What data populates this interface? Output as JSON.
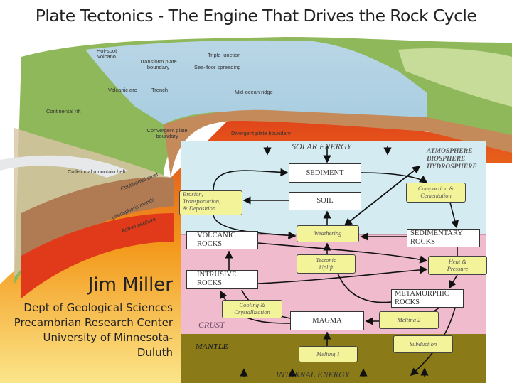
{
  "slide": {
    "title": "Plate Tectonics - The Engine That Drives the Rock Cycle",
    "author": {
      "name": "Jim Miller",
      "lines": [
        "Dept of Geological Sciences",
        "Precambrian Research Center",
        "University of Minnesota-",
        "Duluth"
      ]
    }
  },
  "illustration": {
    "labels": {
      "hotspot": "Hot-spot volcano",
      "transform": "Transform plate boundary",
      "triple": "Triple junction",
      "seafloor": "Sea-floor spreading",
      "arc": "Volcanic arc",
      "trench": "Trench",
      "ridge": "Mid-ocean ridge",
      "rift": "Continental rift",
      "convergent": "Convergent plate boundary",
      "divergent": "Divergent plate boundary",
      "collisional": "Collisional mountain belt",
      "crust": "Continental crust",
      "litho": "Lithospheric mantle",
      "astheno": "Asthenosphere"
    }
  },
  "rock_cycle": {
    "zones": {
      "solar": "SOLAR ENERGY",
      "atmosphere": [
        "ATMOSPHERE",
        "BIOSPHERE",
        "HYDROSPHERE"
      ],
      "crust": "CRUST",
      "mantle": "MANTLE",
      "internal": "INTERNAL ENERGY"
    },
    "boxes": {
      "sediment": "SEDIMENT",
      "soil": "SOIL",
      "volcanic": [
        "VOLCANIC",
        "ROCKS"
      ],
      "sedimentary": [
        "SEDIMENTARY",
        "ROCKS"
      ],
      "intrusive": [
        "INTRUSIVE",
        "ROCKS"
      ],
      "metamorphic": [
        "METAMORPHIC",
        "ROCKS"
      ],
      "magma": "MAGMA"
    },
    "processes": {
      "erosion": [
        "Erosion,",
        "Transportation,",
        "& Deposition"
      ],
      "compaction": [
        "Compaction &",
        "Cementation"
      ],
      "weathering": "Weathering",
      "uplift": [
        "Tectonic",
        "Uplift"
      ],
      "heat": [
        "Heat &",
        "Pressure"
      ],
      "cooling": [
        "Cooling &",
        "Crystallization"
      ],
      "melting2": "Melting 2",
      "subduction": "Subduction",
      "melting1": "Melting 1"
    },
    "colors": {
      "sky": "#d4ebf2",
      "crust": "#f0bccd",
      "mantle": "#8a7a18",
      "process": "#f3f39a"
    }
  }
}
